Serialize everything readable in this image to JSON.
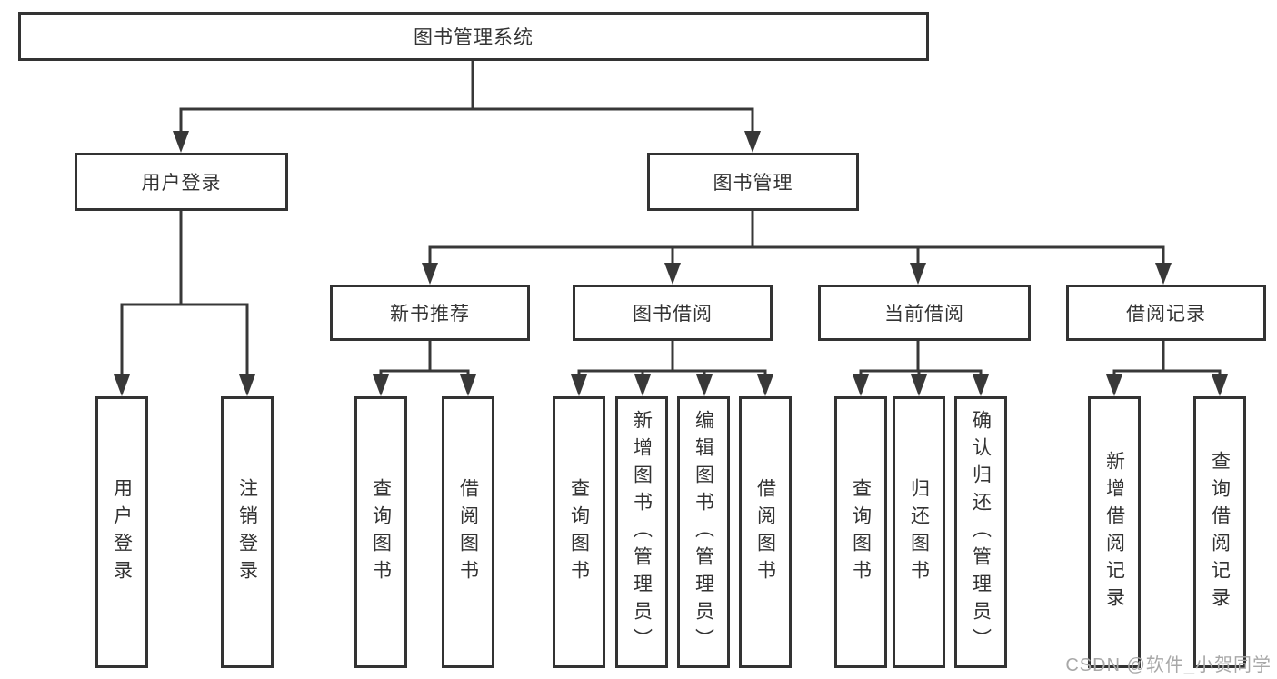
{
  "colors": {
    "line": "#383838",
    "text": "#333333",
    "watermark": "#a8a8a8",
    "background": "#ffffff"
  },
  "watermark": {
    "text": "CSDN @软件_小贺同学"
  },
  "tree": {
    "root": "图书管理系统",
    "branches": [
      {
        "label": "用户登录",
        "children": [
          "用户登录",
          "注销登录"
        ]
      },
      {
        "label": "图书管理",
        "groups": [
          {
            "label": "新书推荐",
            "children": [
              "查询图书",
              "借阅图书"
            ]
          },
          {
            "label": "图书借阅",
            "children": [
              "查询图书",
              "新增图书（管理员）",
              "编辑图书（管理员）",
              "借阅图书"
            ]
          },
          {
            "label": "当前借阅",
            "children": [
              "查询图书",
              "归还图书",
              "确认归还（管理员）"
            ]
          },
          {
            "label": "借阅记录",
            "children": [
              "新增借阅记录",
              "查询借阅记录"
            ]
          }
        ]
      }
    ]
  }
}
